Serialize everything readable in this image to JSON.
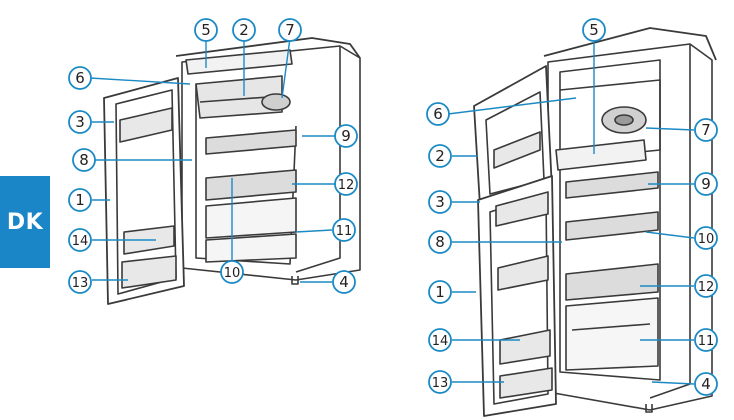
{
  "language_tab": {
    "label": "DK",
    "color": "#1a86c8"
  },
  "colors": {
    "callout": "#1b8ac4",
    "outline": "#3a3a3a",
    "shade": "#d9d9d9"
  },
  "left_diagram": {
    "callouts": [
      "5",
      "2",
      "7",
      "6",
      "3",
      "9",
      "8",
      "12",
      "1",
      "11",
      "14",
      "10",
      "13",
      "4"
    ]
  },
  "right_diagram": {
    "callouts": [
      "5",
      "6",
      "7",
      "2",
      "9",
      "3",
      "10",
      "8",
      "1",
      "12",
      "14",
      "11",
      "13",
      "4"
    ]
  }
}
